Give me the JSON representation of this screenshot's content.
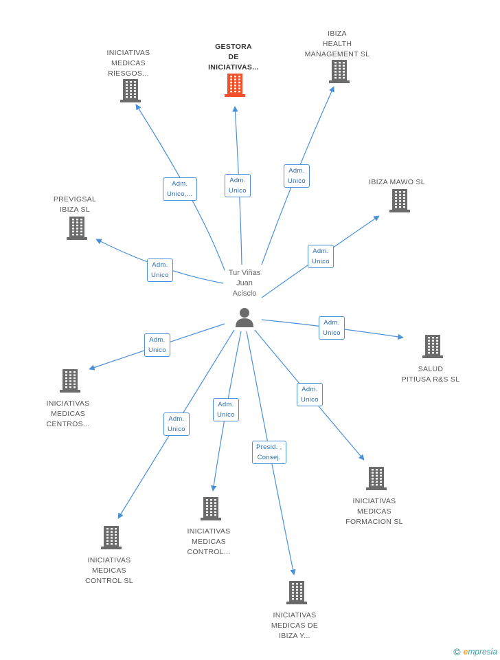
{
  "center": {
    "name": "Tur Viñas\nJuan\nAcisclo"
  },
  "colors": {
    "edge": "#4a90d9",
    "building": "#6b6b6b",
    "highlight": "#f0502a"
  },
  "nodes": [
    {
      "id": "n1",
      "label": "GESTORA\nDE\nINICIATIVAS...",
      "highlight": true,
      "role": "Adm.\nUnico"
    },
    {
      "id": "n2",
      "label": "INICIATIVAS\nMEDICAS\nRIESGOS...",
      "highlight": false,
      "role": "Adm.\nUnico,..."
    },
    {
      "id": "n3",
      "label": "IBIZA\nHEALTH\nMANAGEMENT SL",
      "highlight": false,
      "role": "Adm.\nUnico"
    },
    {
      "id": "n4",
      "label": "IBIZA MAWO SL",
      "highlight": false,
      "role": "Adm.\nUnico"
    },
    {
      "id": "n5",
      "label": "PREVIGSAL\nIBIZA SL",
      "highlight": false,
      "role": "Adm.\nUnico"
    },
    {
      "id": "n6",
      "label": "SALUD\nPITIUSA R&S SL",
      "highlight": false,
      "role": "Adm.\nUnico"
    },
    {
      "id": "n7",
      "label": "INICIATIVAS\nMEDICAS\nCENTROS...",
      "highlight": false,
      "role": "Adm.\nUnico"
    },
    {
      "id": "n8",
      "label": "INICIATIVAS\nMEDICAS\nFORMACION SL",
      "highlight": false,
      "role": "Adm.\nUnico"
    },
    {
      "id": "n9",
      "label": "INICIATIVAS\nMEDICAS\nCONTROL SL",
      "highlight": false,
      "role": "Adm.\nUnico"
    },
    {
      "id": "n10",
      "label": "INICIATIVAS\nMEDICAS\nCONTROL...",
      "highlight": false,
      "role": "Adm.\nUnico"
    },
    {
      "id": "n11",
      "label": "INICIATIVAS\nMEDICAS DE\nIBIZA Y...",
      "highlight": false,
      "role": "Presid. ,\nConsej."
    }
  ],
  "footer": {
    "copyright_symbol": "©",
    "brand_first": "e",
    "brand_rest": "mpresia"
  }
}
